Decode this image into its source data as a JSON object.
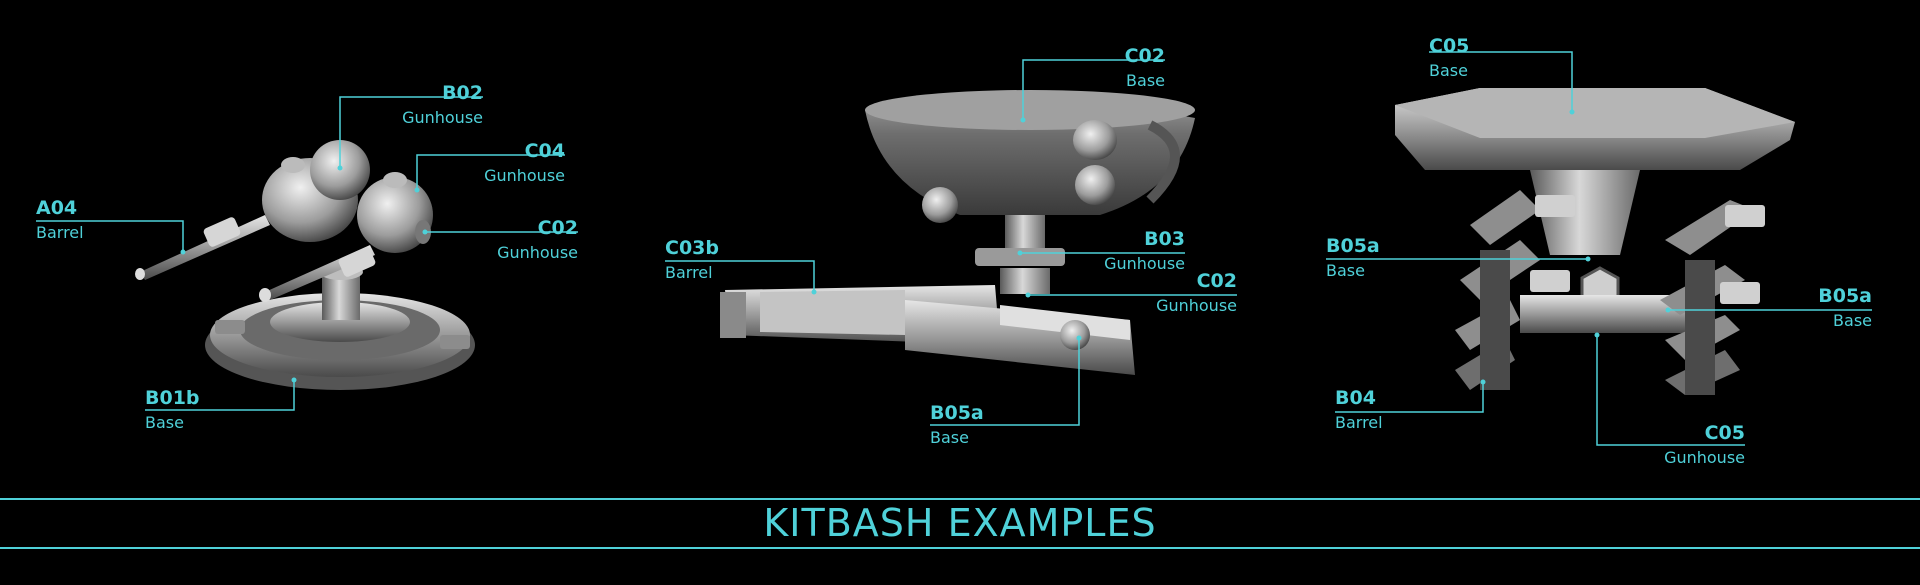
{
  "colors": {
    "background": "#000000",
    "accent": "#4fd1d9",
    "model_light": "#cfcfcf",
    "model_mid": "#8a8a8a",
    "model_dark": "#3c3c3c"
  },
  "title": "KITBASH EXAMPLES",
  "groups": [
    {
      "name": "turret-left",
      "callouts": [
        {
          "code": "B02",
          "type": "Gunhouse"
        },
        {
          "code": "C04",
          "type": "Gunhouse"
        },
        {
          "code": "A04",
          "type": "Barrel"
        },
        {
          "code": "C02",
          "type": "Gunhouse"
        },
        {
          "code": "B01b",
          "type": "Base"
        }
      ]
    },
    {
      "name": "turret-middle",
      "callouts": [
        {
          "code": "C02",
          "type": "Base"
        },
        {
          "code": "B03",
          "type": "Gunhouse"
        },
        {
          "code": "C03b",
          "type": "Barrel"
        },
        {
          "code": "C02",
          "type": "Gunhouse"
        },
        {
          "code": "B05a",
          "type": "Base"
        }
      ]
    },
    {
      "name": "turret-right",
      "callouts": [
        {
          "code": "C05",
          "type": "Base"
        },
        {
          "code": "B05a",
          "type": "Base"
        },
        {
          "code": "B05a",
          "type": "Base"
        },
        {
          "code": "B04",
          "type": "Barrel"
        },
        {
          "code": "C05",
          "type": "Gunhouse"
        }
      ]
    }
  ]
}
